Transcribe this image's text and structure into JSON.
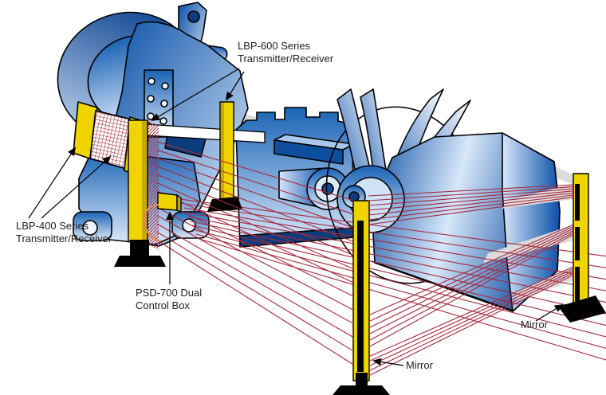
{
  "figure": {
    "labels": {
      "lbp600": {
        "line1": "LBP-600 Series",
        "line2": "Transmitter/Receiver"
      },
      "lbp400": {
        "line1": "LBP-400 Series",
        "line2": "Transmitter/Receiver"
      },
      "psd700": {
        "line1": "PSD-700 Dual",
        "line2": "Control Box"
      },
      "mirror_center": "Mirror",
      "mirror_right": "Mirror"
    },
    "colors": {
      "machine_blue_dark": "#0a4fa8",
      "machine_blue_light": "#dcebfb",
      "post_yellow": "#f0d400",
      "post_yellow_shade": "#c8a900",
      "beam_red": "#a5283e",
      "mesh_red": "#9e2336",
      "base_black": "#000000",
      "shadow_gray": "#dcdcdc",
      "cable_orange": "#d98a55",
      "background": "#ffffff",
      "label_text": "#1f1f1f"
    }
  }
}
